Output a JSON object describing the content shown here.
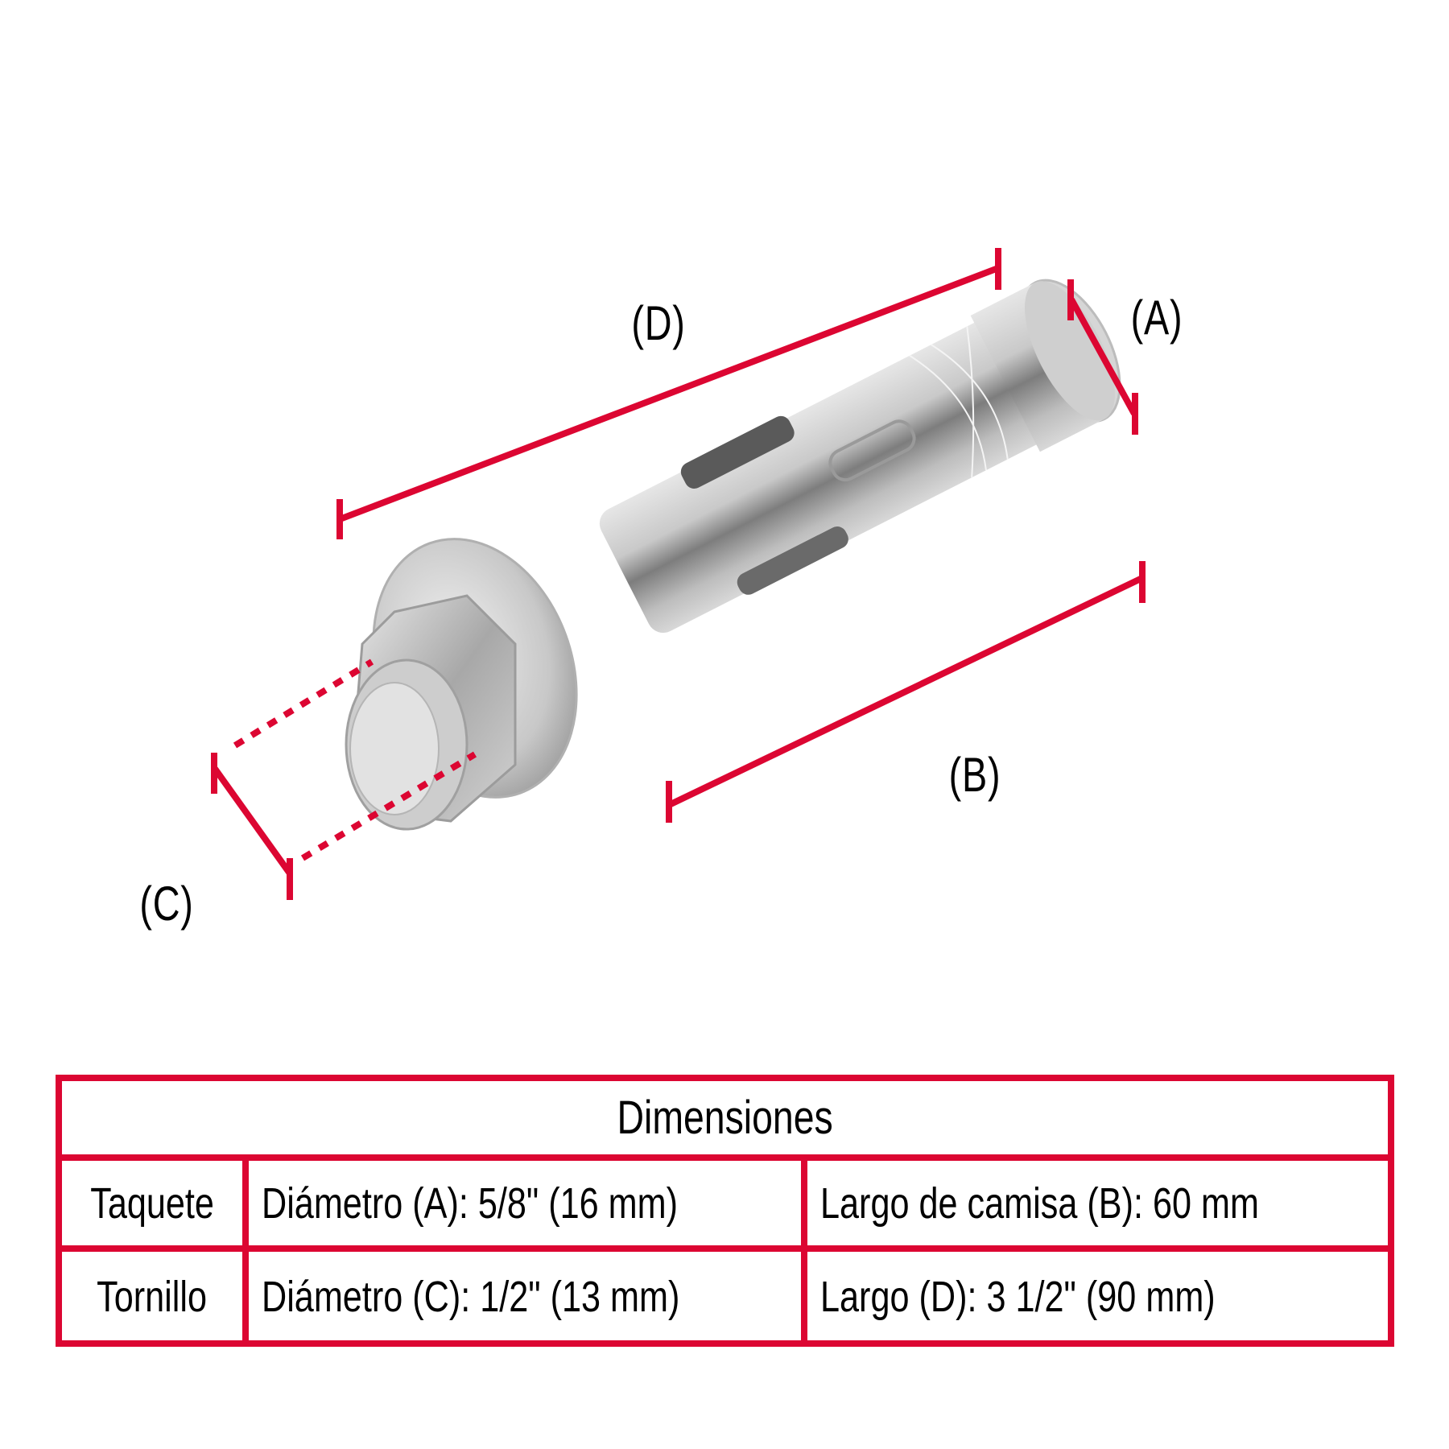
{
  "diagram": {
    "title": "Anchor bolt dimension diagram",
    "accent_color": "#dc0632",
    "labels": {
      "D": "(D)",
      "A": "(A)",
      "B": "(B)",
      "C": "(C)"
    }
  },
  "table": {
    "header": "Dimensiones",
    "rows": [
      {
        "label": "Taquete",
        "col1_main": "Diámetro (A): 5/8\"",
        "col1_secondary": " (16 mm)",
        "col2_main": "Largo de camisa (B): 60 mm",
        "col2_secondary": ""
      },
      {
        "label": "Tornillo",
        "col1_main": "Diámetro (C): 1/2\"",
        "col1_secondary": " (13 mm)",
        "col2_main": "Largo (D): 3 1/2\"",
        "col2_secondary": " (90 mm)"
      }
    ]
  }
}
